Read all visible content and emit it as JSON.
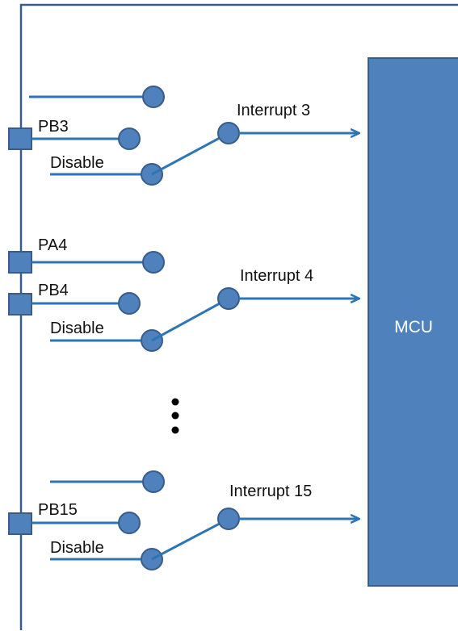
{
  "colors": {
    "frame": "#385d8a",
    "wire": "#2e75b6",
    "node_fill": "#4f81bd",
    "node_stroke": "#385d8a",
    "mcu_fill": "#4f81bd",
    "mcu_text": "#ffffff",
    "ellipsis": "#000000"
  },
  "mcu": {
    "label": "MCU"
  },
  "groups": [
    {
      "pin_label": "PB3",
      "disable_label": "Disable",
      "interrupt_label": "Interrupt 3"
    },
    {
      "pin_label": "PA4",
      "pin_label_b": "PB4",
      "disable_label": "Disable",
      "interrupt_label": "Interrupt 4"
    },
    {
      "pin_label": "PB15",
      "disable_label": "Disable",
      "interrupt_label": "Interrupt 15"
    }
  ],
  "ellipsis": "⋮"
}
